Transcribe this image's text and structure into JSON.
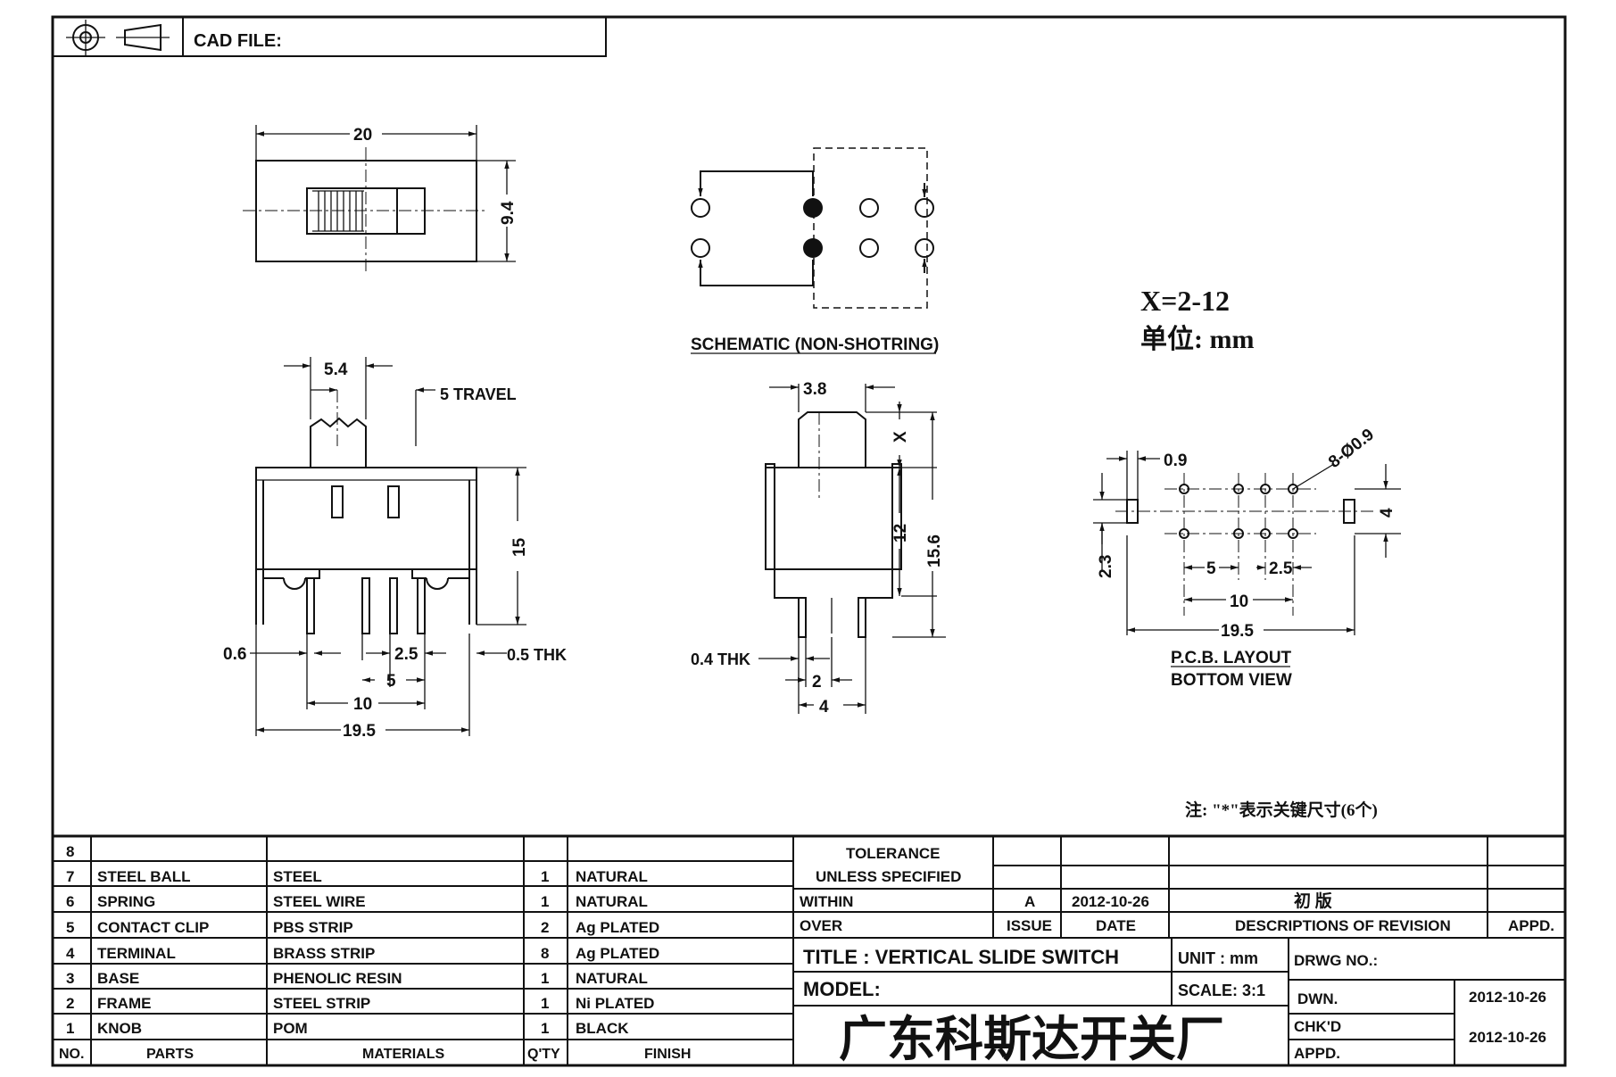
{
  "cad_file_label": "CAD FILE:",
  "top_view": {
    "width": "20",
    "height": "9.4"
  },
  "schematic": {
    "title": "SCHEMATIC (NON-SHOTRING)"
  },
  "variant": {
    "x_range": "X=2-12",
    "unit": "单位: mm"
  },
  "front_view": {
    "knob_width": "5.4",
    "travel": "5 TRAVEL",
    "body_height": "15",
    "pin_width": "0.6",
    "pin_thk": "0.5 THK",
    "pitch_2_5": "2.5",
    "pitch_5": "5",
    "span_10": "10",
    "span_19_5": "19.5"
  },
  "side_view": {
    "knob_width": "3.8",
    "knob_x": "X",
    "height_12": "12",
    "height_15_6": "15.6",
    "pin_thk": "0.4 THK",
    "dim_2": "2",
    "dim_4": "4"
  },
  "pcb": {
    "hole_dia": "0.9",
    "holes": "8-Ø0.9",
    "slot_gap": "4",
    "dim_2_3": "2.3",
    "pitch_5": "5",
    "pitch_2_5": "2.5",
    "span_10": "10",
    "span_19_5": "19.5",
    "title1": "P.C.B. LAYOUT",
    "title2": "BOTTOM VIEW"
  },
  "note": "注: \"*\"表示关键尺寸(6个)",
  "bom": {
    "rows": [
      {
        "no": "8",
        "part": "",
        "material": "",
        "qty": "",
        "finish": ""
      },
      {
        "no": "7",
        "part": "STEEL BALL",
        "material": "STEEL",
        "qty": "1",
        "finish": "NATURAL"
      },
      {
        "no": "6",
        "part": "SPRING",
        "material": "STEEL WIRE",
        "qty": "1",
        "finish": "NATURAL"
      },
      {
        "no": "5",
        "part": "CONTACT CLIP",
        "material": "PBS STRIP",
        "qty": "2",
        "finish": "Ag PLATED"
      },
      {
        "no": "4",
        "part": "TERMINAL",
        "material": "BRASS STRIP",
        "qty": "8",
        "finish": "Ag PLATED"
      },
      {
        "no": "3",
        "part": "BASE",
        "material": "PHENOLIC RESIN",
        "qty": "1",
        "finish": "NATURAL"
      },
      {
        "no": "2",
        "part": "FRAME",
        "material": "STEEL STRIP",
        "qty": "1",
        "finish": "Ni PLATED"
      },
      {
        "no": "1",
        "part": "KNOB",
        "material": "POM",
        "qty": "1",
        "finish": "BLACK"
      }
    ],
    "headers": {
      "no": "NO.",
      "parts": "PARTS",
      "materials": "MATERIALS",
      "qty": "Q'TY",
      "finish": "FINISH"
    }
  },
  "tolerance": {
    "line1": "TOLERANCE",
    "line2": "UNLESS  SPECIFIED",
    "within": "WITHIN",
    "over": "OVER"
  },
  "revision": {
    "issue": "A",
    "date": "2012-10-26",
    "description": "初 版",
    "issue_header": "ISSUE",
    "date_header": "DATE",
    "desc_header": "DESCRIPTIONS OF REVISION",
    "appd_header": "APPD."
  },
  "title_block": {
    "title": "TITLE :  VERTICAL SLIDE SWITCH",
    "unit": "UNIT :  mm",
    "model": "MODEL:",
    "scale": "SCALE:  3:1",
    "company": "广东科斯达开关厂",
    "drwg_no": "DRWG NO.:",
    "dwn": "DWN.",
    "dwn_date": "2012-10-26",
    "chkd": "CHK'D",
    "chkd_date": "2012-10-26",
    "appd": "APPD."
  }
}
